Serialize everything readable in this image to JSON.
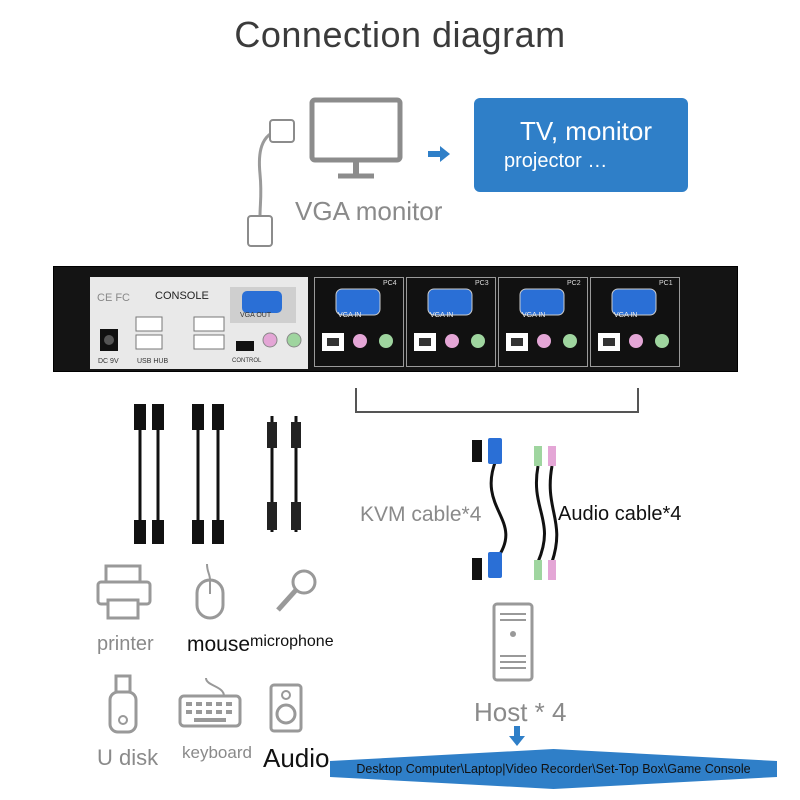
{
  "title": "Connection diagram",
  "monitor_label": "VGA monitor",
  "tv_box": {
    "line1": "TV, monitor",
    "line2": "projector  …"
  },
  "kvm": {
    "console_label": "CONSOLE",
    "certs": "CE  FC",
    "ports": [
      "PC4",
      "PC3",
      "PC2",
      "PC1"
    ],
    "vga_in": "VGA IN",
    "vga_out": "VGA OUT",
    "power": "DC 9V",
    "usb_hub": "USB HUB",
    "control": "CONTROL"
  },
  "cables": {
    "kvm": "KVM cable*4",
    "audio": "Audio cable*4"
  },
  "devices": {
    "printer": "printer",
    "mouse": "mouse",
    "microphone": "microphone",
    "udisk": "U disk",
    "keyboard": "keyboard",
    "audio": "Audio"
  },
  "host_label": "Host * 4",
  "bottom_bar": "Desktop Computer\\Laptop|Video Recorder\\Set-Top Box\\Game Console",
  "colors": {
    "accent": "#2f7fc8",
    "vga_blue": "#2a6fd6",
    "chassis": "#141414"
  }
}
